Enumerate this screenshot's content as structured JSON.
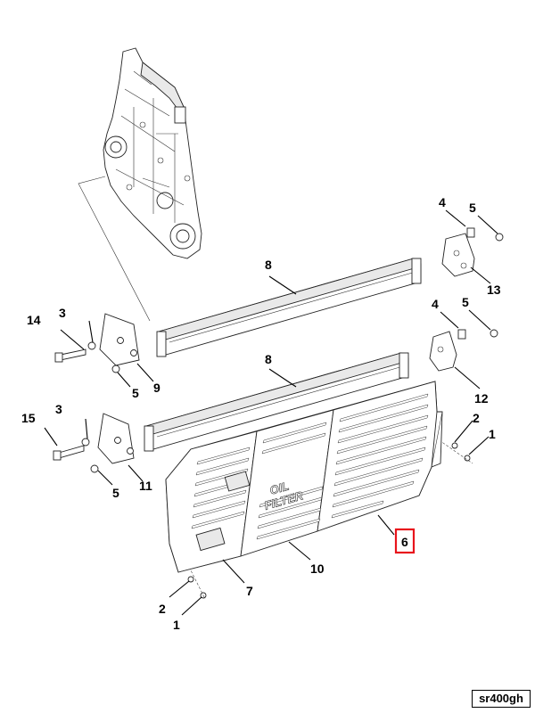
{
  "drawing_id": "sr400gh",
  "panel_lettering": {
    "line1": "OIL",
    "line2": "FILTER"
  },
  "highlight_color": "#e8141c",
  "highlighted_callout": "6",
  "callouts": {
    "c1": "1",
    "c2": "2",
    "c3": "3",
    "c4": "4",
    "c5": "5",
    "c6": "6",
    "c7": "7",
    "c8": "8",
    "c9": "9",
    "c10": "10",
    "c11": "11",
    "c12": "12",
    "c13": "13",
    "c14": "14",
    "c15": "15"
  }
}
